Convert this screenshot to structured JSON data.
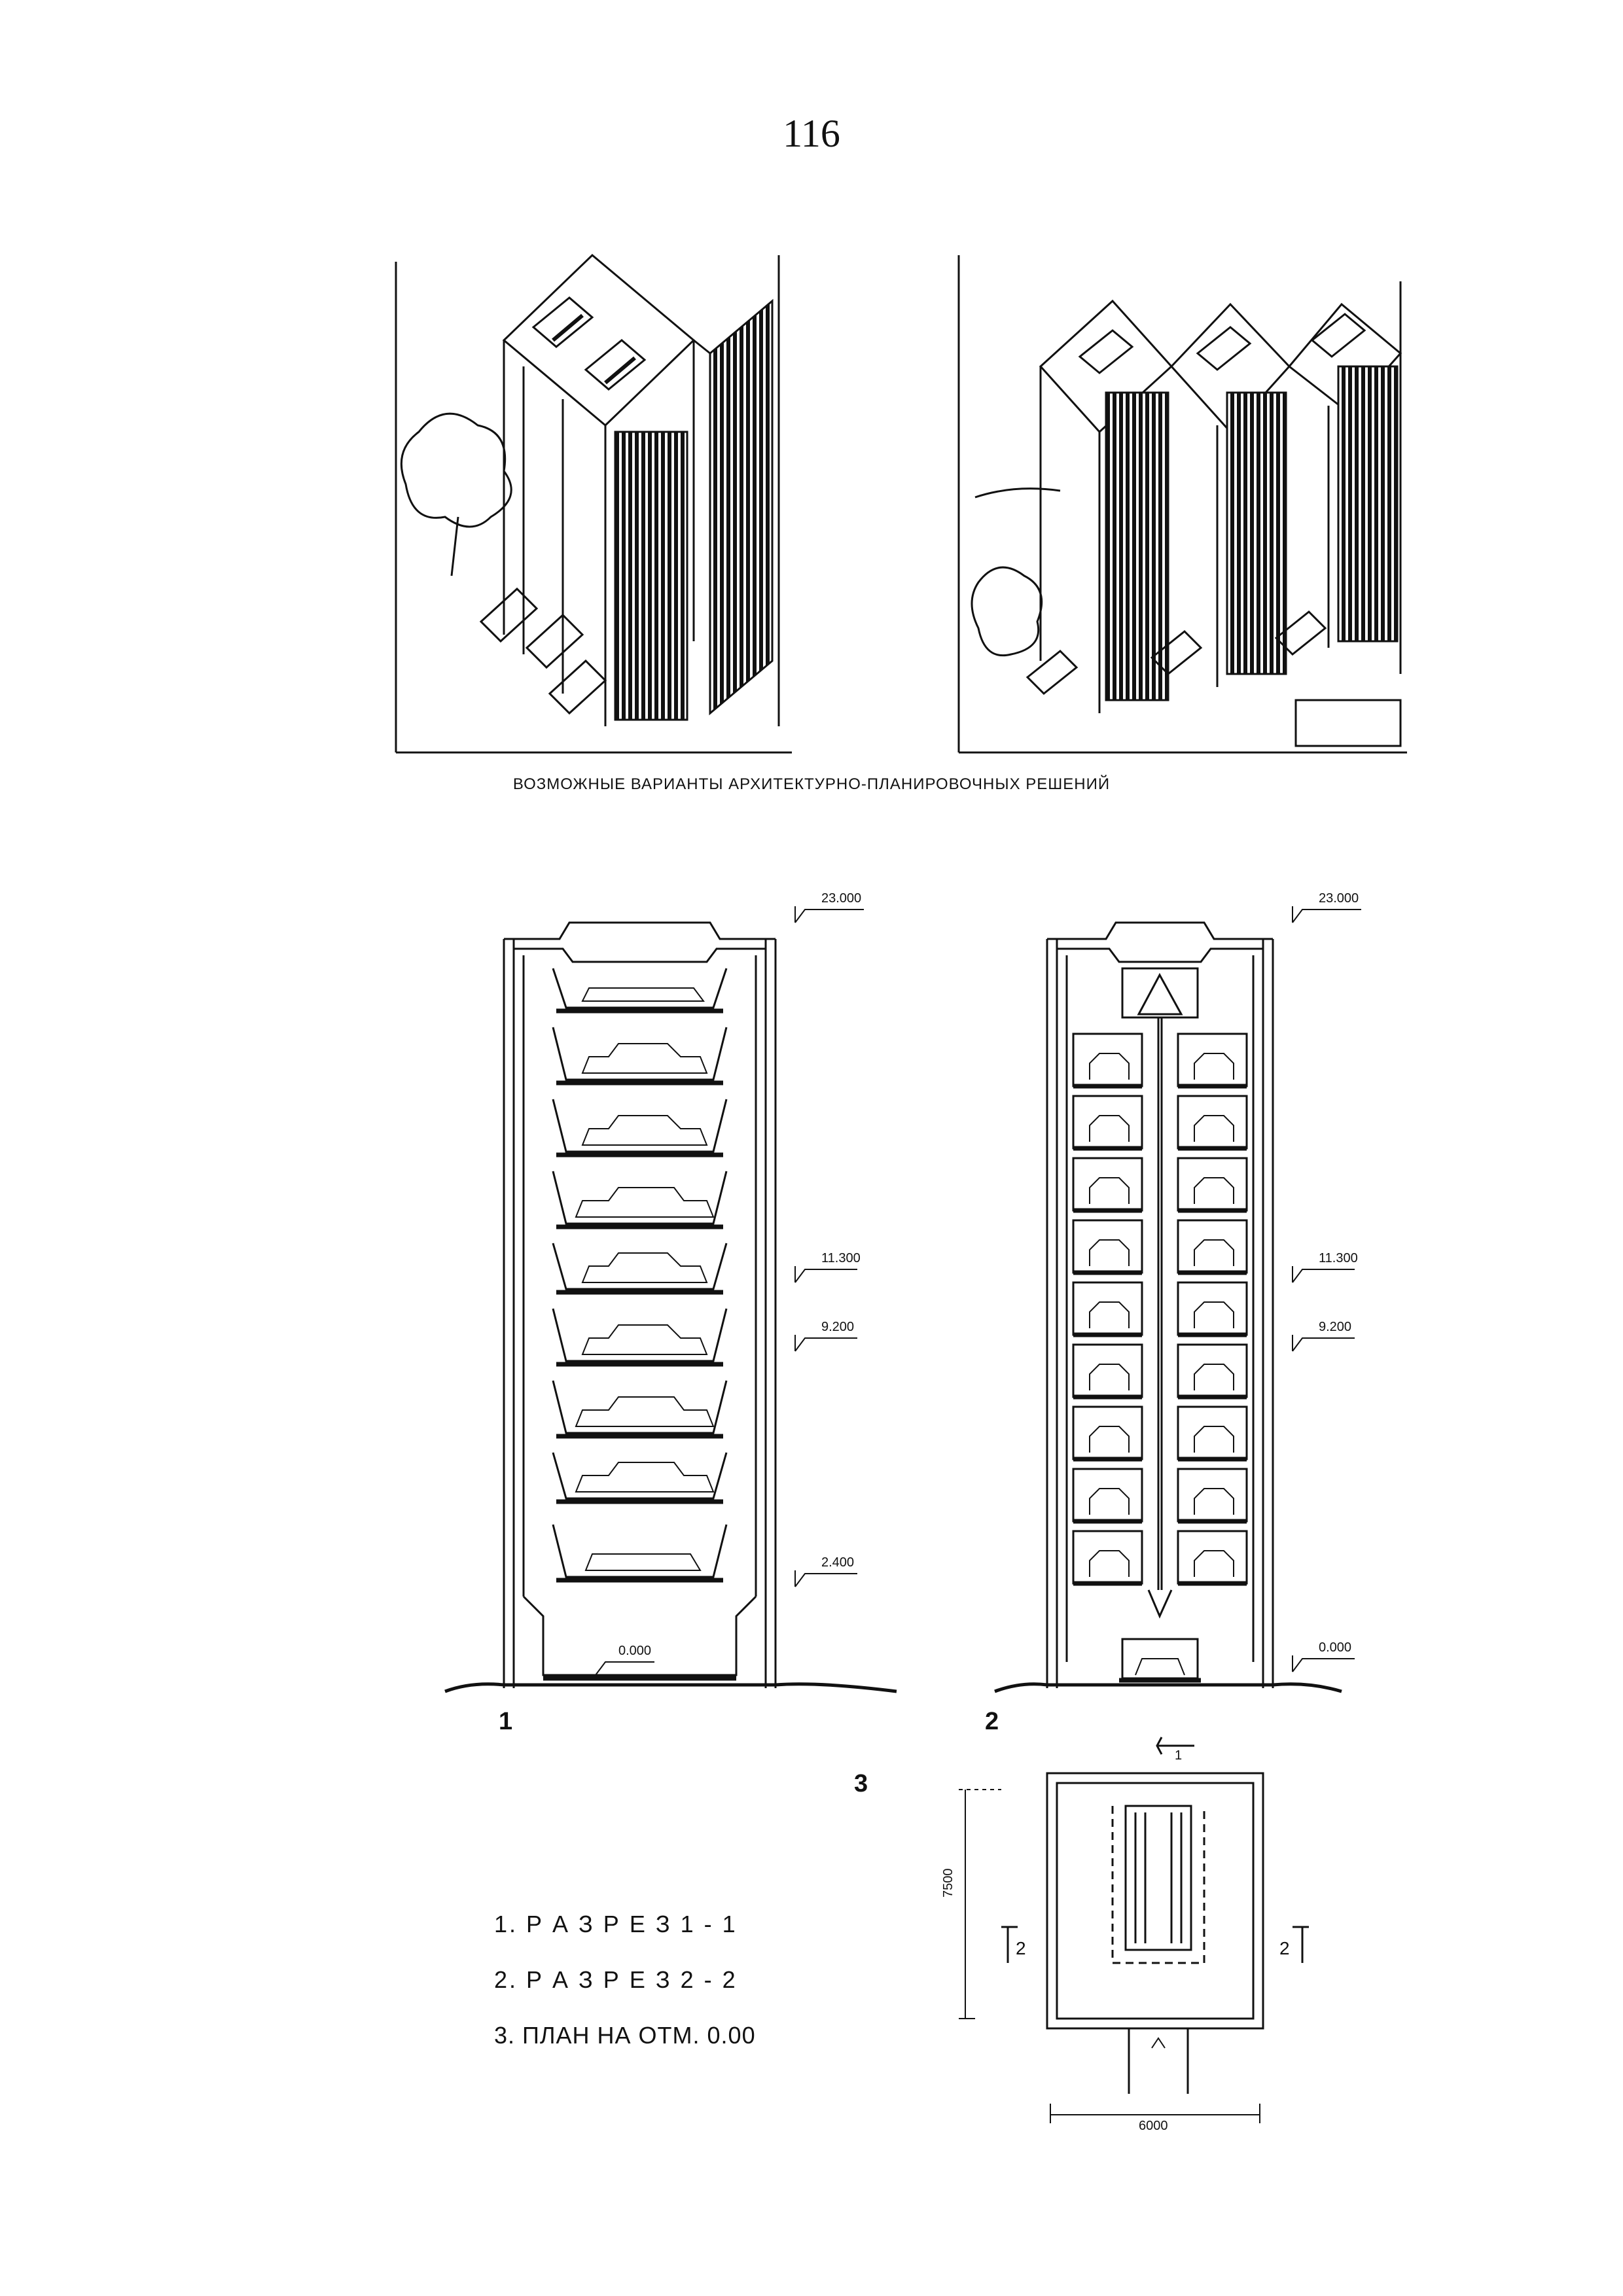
{
  "page_number": "116",
  "caption": "ВОЗМОЖНЫЕ ВАРИАНТЫ АРХИТЕКТУРНО-ПЛАНИРОВОЧНЫХ РЕШЕНИЙ",
  "figure_labels": {
    "fig1": "1",
    "fig2": "2",
    "fig3": "3"
  },
  "section1_levels": [
    "23.000",
    "11.300",
    "9.200",
    "2.400",
    "0.000"
  ],
  "section2_levels": [
    "23.000",
    "11.300",
    "9.200",
    "0.000"
  ],
  "plan": {
    "width_dim": "6000",
    "depth_dim": "7500",
    "cut1": "1",
    "cut2_left": "2",
    "cut2_right": "2"
  },
  "legend": {
    "item1": "1. Р А З Р Е З  1 - 1",
    "item2": "2. Р А З Р Е З  2 - 2",
    "item3": "3. ПЛАН НА ОТМ. 0.00"
  }
}
